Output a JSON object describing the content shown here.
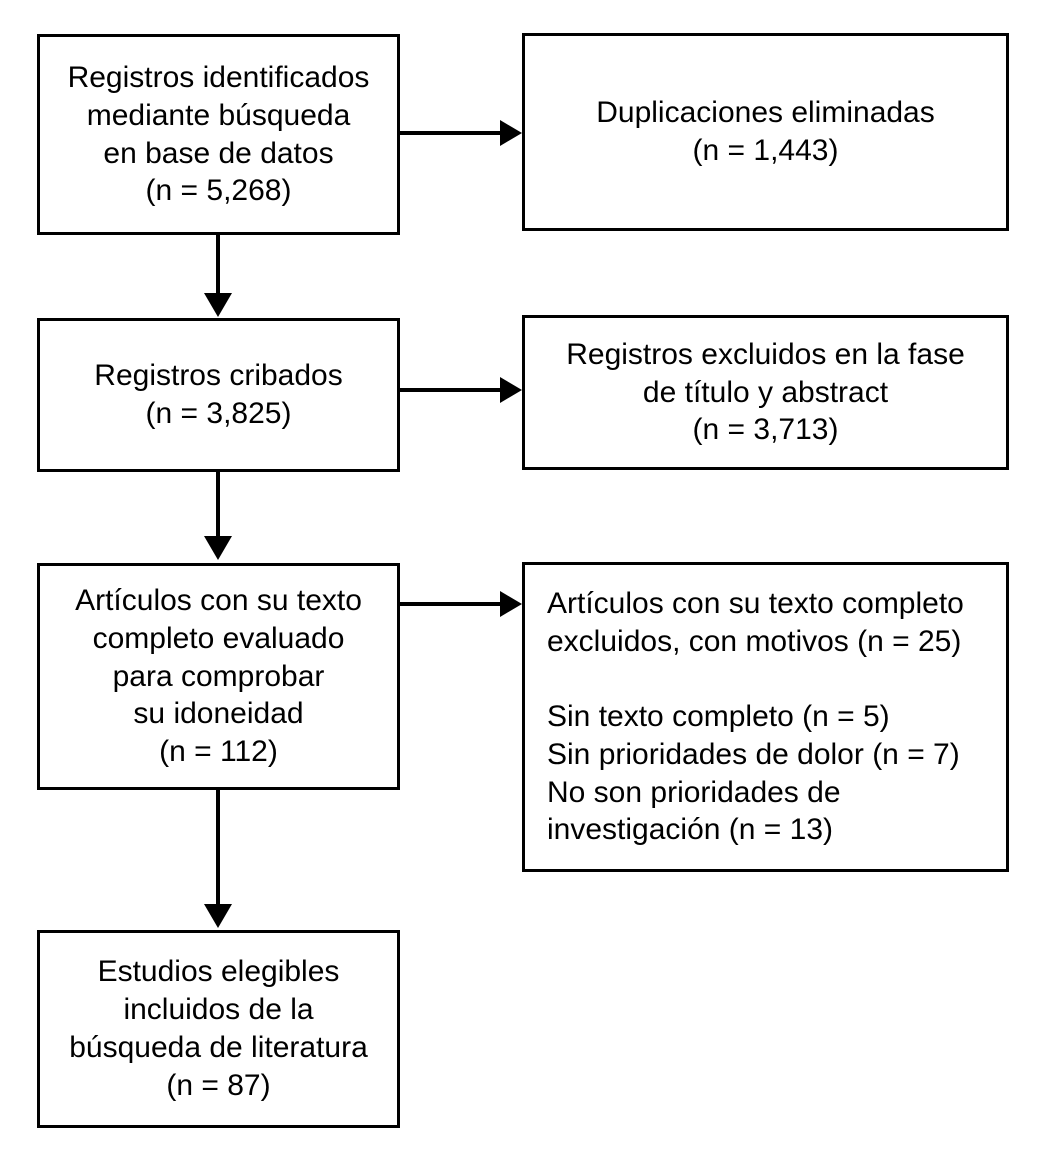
{
  "diagram": {
    "type": "prisma-flow-diagram",
    "language": "es",
    "background_color": "#ffffff",
    "line_color": "#000000",
    "text_color": "#000000",
    "nodes": {
      "identification": {
        "id": "box-identification",
        "text": "Registros identificados\nmediante búsqueda\nen base de datos\n(n = 5,268)",
        "label": "Registros identificados mediante búsqueda en base de datos",
        "count_label": "(n = 5,268)",
        "count": 5268,
        "align": "center"
      },
      "duplicates_removed": {
        "id": "box-duplicates",
        "text": "Duplicaciones eliminadas\n(n = 1,443)",
        "label": "Duplicaciones eliminadas",
        "count_label": "(n = 1,443)",
        "count": 1443,
        "align": "center"
      },
      "screened": {
        "id": "box-screened",
        "text": "Registros cribados\n(n = 3,825)",
        "label": "Registros cribados",
        "count_label": "(n = 3,825)",
        "count": 3825,
        "align": "center"
      },
      "excluded_screening": {
        "id": "box-excluded-title",
        "text": "Registros excluidos en la fase\nde título y abstract\n(n = 3,713)",
        "label": "Registros excluidos en la fase de título y abstract",
        "count_label": "(n = 3,713)",
        "count": 3713,
        "align": "center"
      },
      "fulltext_assessed": {
        "id": "box-fulltext",
        "text": "Artículos con su texto\ncompleto evaluado\npara comprobar\nsu idoneidad\n(n = 112)",
        "label": "Artículos con su texto completo evaluado para comprobar su idoneidad",
        "count_label": "(n = 112)",
        "count": 112,
        "align": "center"
      },
      "fulltext_excluded": {
        "id": "box-excluded-reasons",
        "text": "Artículos con su texto completo\nexcluidos, con motivos (n = 25)\n\nSin texto completo (n = 5)\nSin prioridades de dolor (n = 7)\nNo son prioridades de\ninvestigación (n = 13)",
        "heading": "Artículos con su texto completo excluidos, con motivos (n = 25)",
        "total": 25,
        "reasons": [
          {
            "label": "Sin texto completo",
            "count_label": "(n = 5)",
            "count": 5
          },
          {
            "label": "Sin prioridades de dolor",
            "count_label": "(n = 7)",
            "count": 7
          },
          {
            "label": "No son prioridades de investigación",
            "count_label": "(n = 13)",
            "count": 13
          }
        ],
        "align": "left"
      },
      "included": {
        "id": "box-included",
        "text": "Estudios elegibles\nincluidos de la\nbúsqueda de literatura\n(n = 87)",
        "label": "Estudios elegibles incluidos de la búsqueda de literatura",
        "count_label": "(n = 87)",
        "count": 87,
        "align": "center"
      }
    },
    "connectors": [
      {
        "id": "conn-h-1",
        "from": "identification",
        "to": "duplicates_removed",
        "direction": "right"
      },
      {
        "id": "conn-v-1",
        "from": "identification",
        "to": "screened",
        "direction": "down"
      },
      {
        "id": "conn-h-2",
        "from": "screened",
        "to": "excluded_screening",
        "direction": "right"
      },
      {
        "id": "conn-v-2",
        "from": "screened",
        "to": "fulltext_assessed",
        "direction": "down"
      },
      {
        "id": "conn-h-3",
        "from": "fulltext_assessed",
        "to": "fulltext_excluded",
        "direction": "right"
      },
      {
        "id": "conn-v-3",
        "from": "fulltext_assessed",
        "to": "included",
        "direction": "down"
      }
    ]
  }
}
